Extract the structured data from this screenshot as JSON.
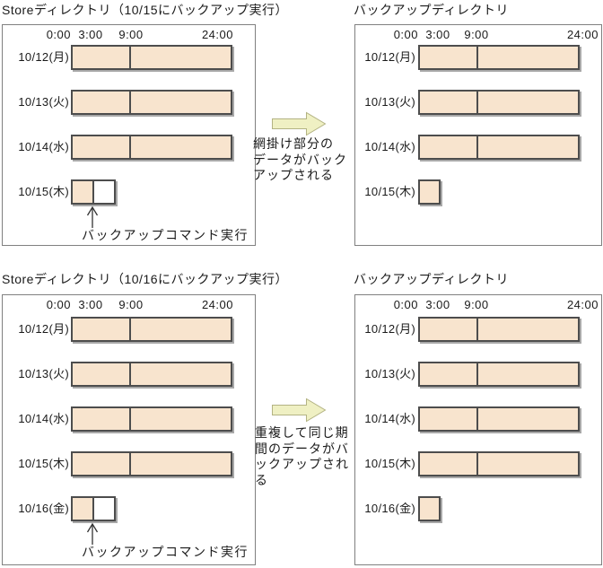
{
  "colors": {
    "bar_fill": "#f8e4ce",
    "bar_border": "#4d4d4d",
    "panel_border": "#808080",
    "flow_arrow_fill": "#eff0c3",
    "flow_arrow_stroke": "#b3b383",
    "bar_shadow": "#a8a8a8",
    "text": "#1a1a1a"
  },
  "sections": [
    {
      "store_panel": {
        "title": "Storeディレクトリ（10/15にバックアップ実行）",
        "time_labels": [
          "0:00",
          "3:00",
          "9:00",
          "24:00"
        ],
        "rows": [
          {
            "label": "10/12(月)",
            "bar": "full"
          },
          {
            "label": "10/13(火)",
            "bar": "full"
          },
          {
            "label": "10/14(水)",
            "bar": "full"
          },
          {
            "label": "10/15(木)",
            "bar": "partial"
          }
        ],
        "command_label": "バックアップコマンド実行"
      },
      "note_lines": [
        "網掛け部分の",
        "データがバック",
        "アップされる"
      ],
      "backup_panel": {
        "title": "バックアップディレクトリ",
        "time_labels": [
          "0:00",
          "3:00",
          "9:00",
          "24:00"
        ],
        "rows": [
          {
            "label": "10/12(月)",
            "bar": "full"
          },
          {
            "label": "10/13(火)",
            "bar": "full"
          },
          {
            "label": "10/14(水)",
            "bar": "full"
          },
          {
            "label": "10/15(木)",
            "bar": "small"
          }
        ]
      }
    },
    {
      "store_panel": {
        "title": "Storeディレクトリ（10/16にバックアップ実行）",
        "time_labels": [
          "0:00",
          "3:00",
          "9:00",
          "24:00"
        ],
        "rows": [
          {
            "label": "10/12(月)",
            "bar": "full"
          },
          {
            "label": "10/13(火)",
            "bar": "full"
          },
          {
            "label": "10/14(水)",
            "bar": "full"
          },
          {
            "label": "10/15(木)",
            "bar": "full"
          },
          {
            "label": "10/16(金)",
            "bar": "partial"
          }
        ],
        "command_label": "バックアップコマンド実行"
      },
      "note_lines": [
        "重複して同じ期",
        "間のデータがバ",
        "ックアップされ",
        "る"
      ],
      "backup_panel": {
        "title": "バックアップディレクトリ",
        "time_labels": [
          "0:00",
          "3:00",
          "9:00",
          "24:00"
        ],
        "rows": [
          {
            "label": "10/12(月)",
            "bar": "full"
          },
          {
            "label": "10/13(火)",
            "bar": "full"
          },
          {
            "label": "10/14(水)",
            "bar": "full"
          },
          {
            "label": "10/15(木)",
            "bar": "full"
          },
          {
            "label": "10/16(金)",
            "bar": "small"
          }
        ]
      }
    }
  ]
}
